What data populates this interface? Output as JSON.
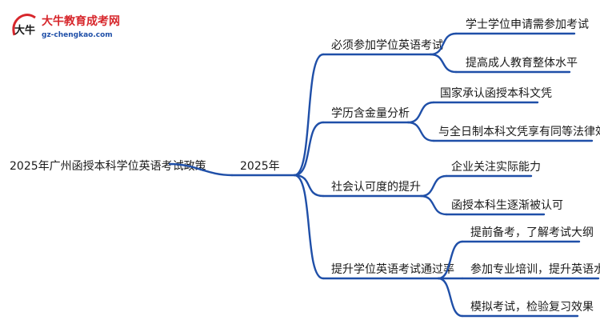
{
  "logo": {
    "badge_text": "大牛",
    "name": "大牛教育成考网",
    "url": "gz-chengkao.com"
  },
  "root": "2025年广州函授本科学位英语考试政策",
  "center": "2025年",
  "branches": [
    {
      "label": "必须参加学位英语考试",
      "children": [
        "学士学位申请需参加考试",
        "提高成人教育整体水平"
      ]
    },
    {
      "label": "学历含金量分析",
      "children": [
        "国家承认函授本科文凭",
        "与全日制本科文凭享有同等法律效力"
      ]
    },
    {
      "label": "社会认可度的提升",
      "children": [
        "企业关注实际能力",
        "函授本科生逐渐被认可"
      ]
    },
    {
      "label": "提升学位英语考试通过率",
      "children": [
        "提前备考，了解考试大纲",
        "参加专业培训，提升英语水平",
        "模拟考试，检验复习效果"
      ]
    }
  ],
  "colors": {
    "line": "#1f4fa8",
    "logo_red": "#d7262b",
    "logo_blue": "#1f4fa8"
  }
}
